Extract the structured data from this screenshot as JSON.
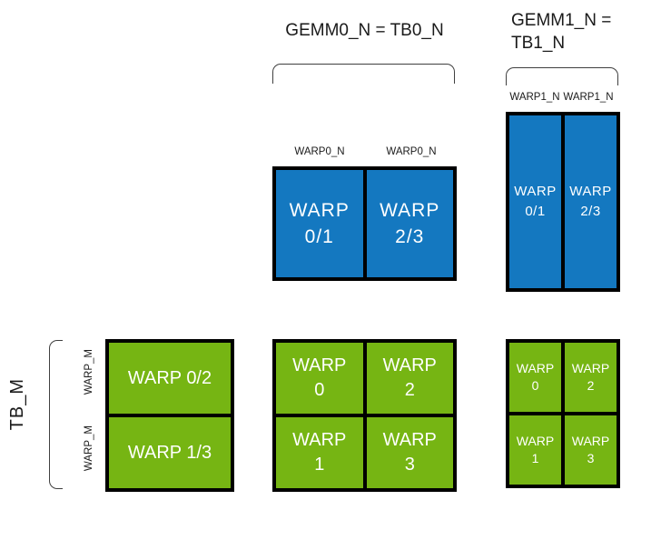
{
  "colors": {
    "blue": "#1478c0",
    "green": "#76b513",
    "cell-border": "#000000",
    "cell-text": "#ffffff",
    "bracket": "#404040",
    "label": "#1a1a1a"
  },
  "titles": {
    "gemm0": "GEMM0_N = TB0_N",
    "gemm1_line1": "GEMM1_N =",
    "gemm1_line2": "TB1_N"
  },
  "labels": {
    "warp0_n": "WARP0_N",
    "warp1_n": "WARP1_N",
    "warp_m": "WARP_M",
    "tb_m": "TB_M"
  },
  "blocks": {
    "gemm0_n_warps": {
      "cells": [
        {
          "line1": "WARP",
          "line2": "0/1"
        },
        {
          "line1": "WARP",
          "line2": "2/3"
        }
      ]
    },
    "gemm1_n_warps": {
      "cells": [
        {
          "line1": "WARP",
          "line2": "0/1"
        },
        {
          "line1": "WARP",
          "line2": "2/3"
        }
      ]
    },
    "tb_m_warps": {
      "rows": [
        "WARP 0/2",
        "WARP 1/3"
      ]
    },
    "gemm0_warp_grid": {
      "cells": [
        {
          "line1": "WARP",
          "line2": "0"
        },
        {
          "line1": "WARP",
          "line2": "2"
        },
        {
          "line1": "WARP",
          "line2": "1"
        },
        {
          "line1": "WARP",
          "line2": "3"
        }
      ]
    },
    "gemm1_warp_grid": {
      "cells": [
        {
          "line1": "WARP",
          "line2": "0"
        },
        {
          "line1": "WARP",
          "line2": "2"
        },
        {
          "line1": "WARP",
          "line2": "1"
        },
        {
          "line1": "WARP",
          "line2": "3"
        }
      ]
    }
  }
}
